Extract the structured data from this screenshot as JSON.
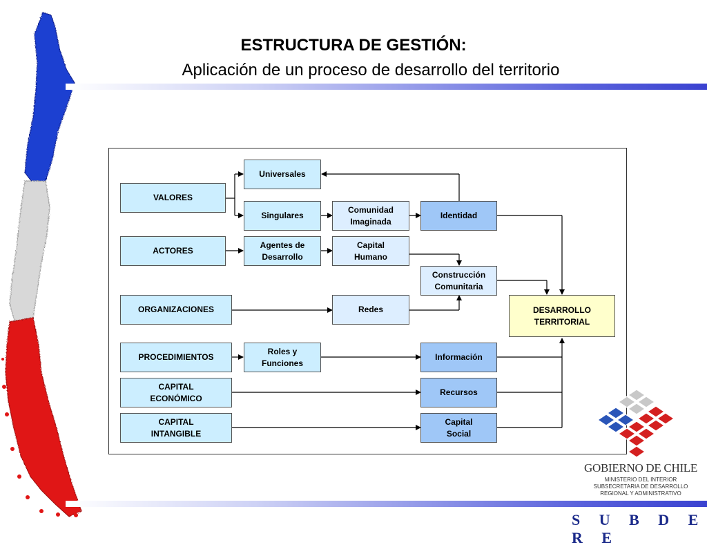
{
  "header": {
    "title": "ESTRUCTURA DE GESTIÓN:",
    "subtitle": "Aplicación de un proceso de desarrollo del territorio"
  },
  "diagram": {
    "left_column": [
      "VALORES",
      "ACTORES",
      "ORGANIZACIONES",
      "PROCEDIMIENTOS",
      "CAPITAL ECONÓMICO",
      "CAPITAL INTANGIBLE"
    ],
    "middle_column": [
      "Universales",
      "Singulares",
      "Agentes de Desarrollo",
      "Roles y Funciones"
    ],
    "third_column": [
      "Comunidad Imaginada",
      "Capital Humano",
      "Redes"
    ],
    "right_column": [
      "Identidad",
      "Construcción Comunitaria",
      "Información",
      "Recursos",
      "Capital Social"
    ],
    "target": "DESARROLLO TERRITORIAL"
  },
  "logo": {
    "name": "GOBIERNO DE CHILE",
    "lines": [
      "MINISTERIO DEL INTERIOR",
      "SUBSECRETARIA DE DESARROLLO",
      "REGIONAL Y ADMINISTRATIVO"
    ],
    "acronym": "S U B D E R E"
  },
  "colors": {
    "box_light": "#cceeff",
    "box_mid": "#9fc7f7",
    "box_target": "#ffffcc",
    "map_blue": "#1f3fd1",
    "map_red": "#e01515",
    "map_white": "#d8d8d8"
  },
  "icons": [
    "chile-map-icon",
    "gobierno-de-chile-cube-logo-icon"
  ]
}
